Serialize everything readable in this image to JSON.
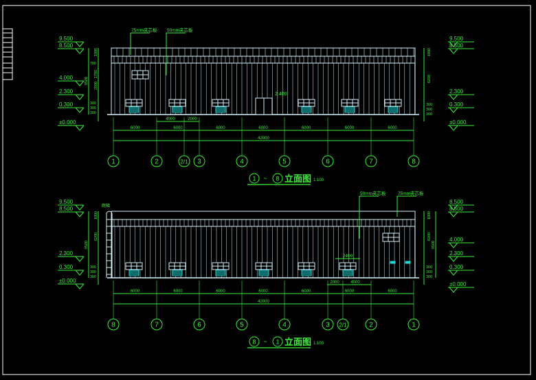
{
  "colors": {
    "background": "#000000",
    "frame": "#ffffff",
    "dimension": "#3cf03c",
    "building": "#d8f4ff",
    "accent": "#22d8d8"
  },
  "elevations": [
    {
      "title_start": "1",
      "title_tilde": "~",
      "title_end": "8",
      "title_text": "立面图",
      "scale": "1:100",
      "axes": [
        "1",
        "2",
        "2/1",
        "3",
        "4",
        "5",
        "6",
        "7",
        "8"
      ],
      "bay_dims": [
        "6000",
        "6000",
        "6000",
        "6000",
        "6000",
        "6000",
        "6000"
      ],
      "sub_dims": [
        "4000",
        "2000"
      ],
      "total_dim": "42000",
      "levels_left": [
        "9.500",
        "8.500",
        "4.000",
        "2.300",
        "0.300",
        "±0.000"
      ],
      "levels_right": [
        "9.500",
        "8.500",
        "2.300",
        "0.300",
        "±0.000"
      ],
      "vdims_left": [
        "1000",
        "700",
        "1700",
        "2000",
        "300",
        "300",
        "300",
        "9500"
      ],
      "vdims_right": [
        "1000",
        "6200",
        "300",
        "300",
        "300"
      ],
      "door_dim": "2.400",
      "callouts": [
        "75mm夹芯板",
        "50mm夹芯板"
      ]
    },
    {
      "title_start": "8",
      "title_tilde": "~",
      "title_end": "1",
      "title_text": "立面图",
      "scale": "1:100",
      "axes": [
        "8",
        "7",
        "6",
        "5",
        "4",
        "3",
        "2/1",
        "2",
        "1"
      ],
      "bay_dims": [
        "6000",
        "6000",
        "6000",
        "6000",
        "6000",
        "6000",
        "6000"
      ],
      "sub_dims": [
        "2000",
        "4000"
      ],
      "total_dim": "42000",
      "levels_left": [
        "9.500",
        "8.500",
        "2.300",
        "0.300",
        "±0.000"
      ],
      "levels_right": [
        "8.500",
        "8.500",
        "4.000",
        "2.300",
        "0.300",
        "±0.000"
      ],
      "vdims_left": [
        "1000",
        "6200",
        "300",
        "300",
        "300",
        "9500"
      ],
      "vdims_right": [
        "1000",
        "6200",
        "300",
        "300",
        "300",
        "9500"
      ],
      "door_dim": "2400",
      "ladder_label": "爬梯",
      "callouts": [
        "50mm夹芯板",
        "75mm夹芯板"
      ]
    }
  ]
}
